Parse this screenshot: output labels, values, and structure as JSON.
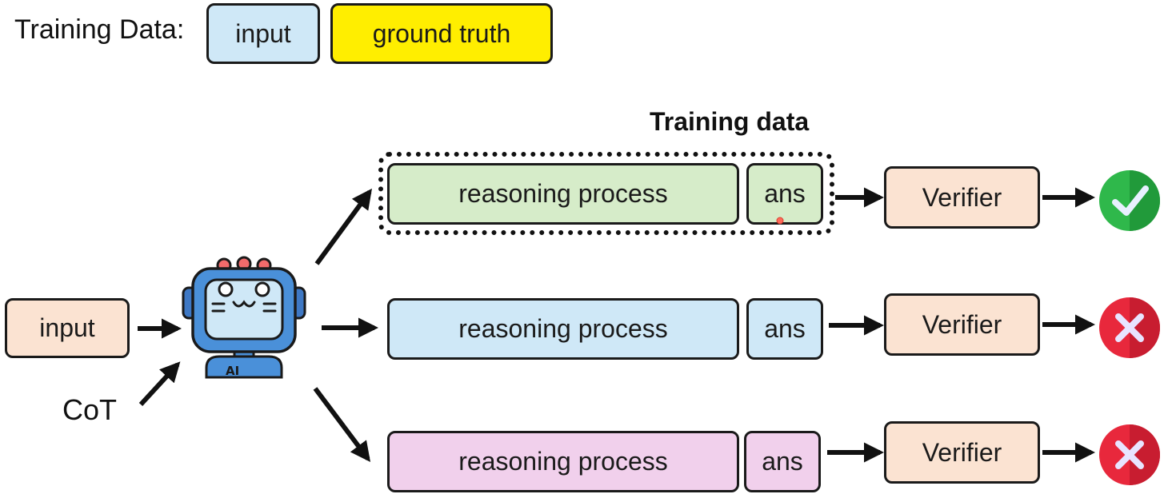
{
  "legend": {
    "label": "Training Data:",
    "input_label": "input",
    "ground_truth_label": "ground truth"
  },
  "selection_title": "Training data",
  "input_label": "input",
  "cot_label": "CoT",
  "robot": {
    "badge": "AI"
  },
  "rows": [
    {
      "reasoning": "reasoning process",
      "ans": "ans",
      "verifier": "Verifier",
      "result": "check"
    },
    {
      "reasoning": "reasoning process",
      "ans": "ans",
      "verifier": "Verifier",
      "result": "cross"
    },
    {
      "reasoning": "reasoning process",
      "ans": "ans",
      "verifier": "Verifier",
      "result": "cross"
    }
  ],
  "colors": {
    "input_fill": "#cfe8f7",
    "ground_truth_fill": "#ffee00",
    "input_node_fill": "#fbe3d2",
    "verifier_fill": "#fbe3d2",
    "row1_fill": "#d6ecc9",
    "row2_fill": "#cfe8f7",
    "row3_fill": "#f1d0ec",
    "check_green": "#2fb84b",
    "cross_red": "#e8283c"
  }
}
